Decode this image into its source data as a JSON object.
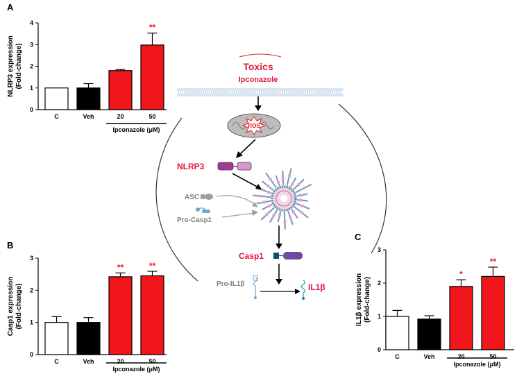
{
  "panel_letters": {
    "a": "A",
    "b": "B",
    "c": "C"
  },
  "diagram": {
    "toxics": "Toxics",
    "ipconazole": "Ipconazole",
    "ros": "ROS",
    "nlrp3": "NLRP3",
    "asc": "ASC",
    "pro_casp1": "Pro-Casp1",
    "casp1": "Casp1",
    "pro_il1b": "Pro-IL1β",
    "il1b": "IL1β"
  },
  "colors": {
    "treatment_bar": "#f0141b",
    "control_bar": "#ffffff",
    "vehicle_bar": "#000000",
    "label_red": "#e3163c",
    "sig_red": "#e8151b",
    "membrane": "#a9c7e0",
    "nlrp3_purple": "#b0549a",
    "casp1_purple": "#6e4a9e"
  },
  "chart_data": [
    {
      "type": "bar",
      "panel": "A",
      "ylabel": "NLRP3 expression\n(Fold-change)",
      "ylim": [
        0,
        4
      ],
      "yticks": [
        0,
        1,
        2,
        3,
        4
      ],
      "categories": [
        "C",
        "Veh",
        "20",
        "50"
      ],
      "values": [
        1.0,
        1.0,
        1.8,
        2.98
      ],
      "errors": [
        0.0,
        0.2,
        0.05,
        0.55
      ],
      "significance": [
        "",
        "",
        "",
        "**"
      ],
      "group_label": "Ipconazole (μM)"
    },
    {
      "type": "bar",
      "panel": "B",
      "ylabel": "Casp1 expression\n(Fold-change)",
      "ylim": [
        0,
        3
      ],
      "yticks": [
        0,
        1,
        2,
        3
      ],
      "categories": [
        "C",
        "Veh",
        "20",
        "50"
      ],
      "values": [
        1.0,
        1.0,
        2.42,
        2.45
      ],
      "errors": [
        0.18,
        0.15,
        0.12,
        0.14
      ],
      "significance": [
        "",
        "",
        "**",
        "**"
      ],
      "group_label": "Ipconazole (μM)"
    },
    {
      "type": "bar",
      "panel": "C",
      "ylabel": "IL1β expression\n(Fold-change)",
      "ylim": [
        0,
        3
      ],
      "yticks": [
        0,
        1,
        2,
        3
      ],
      "categories": [
        "C",
        "Veh",
        "20",
        "50"
      ],
      "values": [
        1.0,
        0.92,
        1.9,
        2.2
      ],
      "errors": [
        0.18,
        0.1,
        0.2,
        0.28
      ],
      "significance": [
        "",
        "",
        "*",
        "**"
      ],
      "group_label": "Ipconazole (μM)"
    }
  ]
}
